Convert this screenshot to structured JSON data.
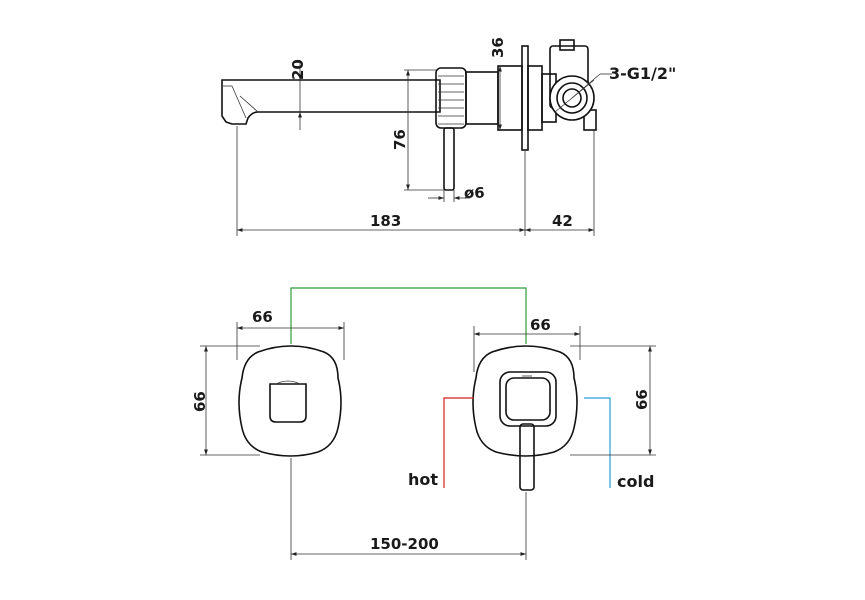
{
  "side_view": {
    "dim_spout_height": "20",
    "dim_flange": "36",
    "dim_lever_drop": "76",
    "dim_lever_diameter": "ø6",
    "dim_spout_length": "183",
    "dim_body_depth": "42",
    "connection_label": "3-G1/2\""
  },
  "front_view": {
    "spout_plate_width": "66",
    "spout_plate_height": "66",
    "mixer_plate_width": "66",
    "mixer_plate_height": "66",
    "centre_distance": "150-200",
    "hot_label": "hot",
    "cold_label": "cold"
  },
  "colors": {
    "hot": "#d42020",
    "cold": "#2a9fd6",
    "link": "#2e9b3a"
  }
}
